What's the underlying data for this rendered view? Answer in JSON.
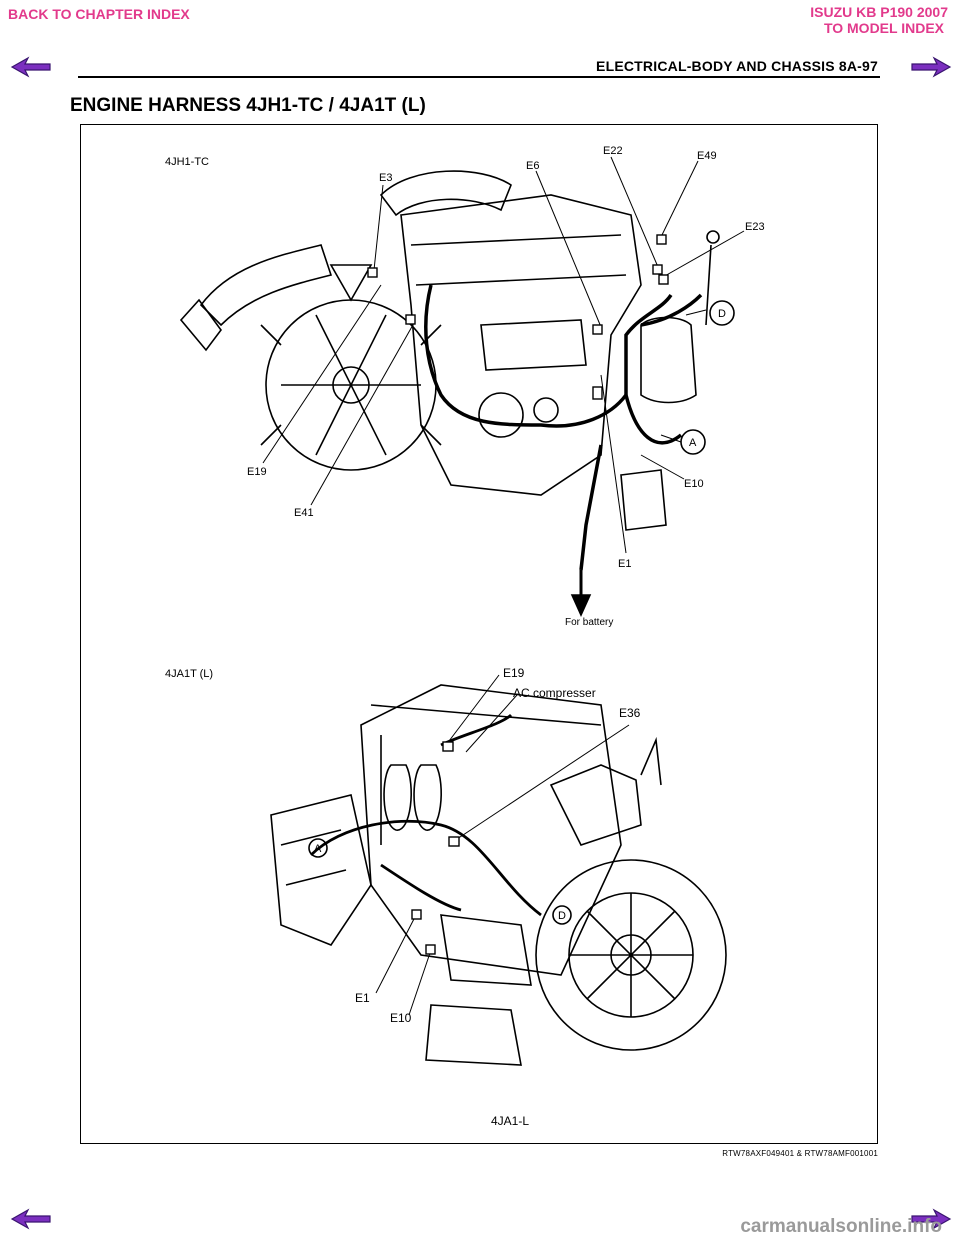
{
  "header": {
    "back_link": "BACK TO CHAPTER INDEX",
    "model_title": "ISUZU KB P190 2007",
    "model_index_link": "TO MODEL INDEX",
    "section_title": "ELECTRICAL-BODY AND CHASSIS  8A-97"
  },
  "page_title": "ENGINE HARNESS 4JH1-TC / 4JA1T (L)",
  "figure": {
    "top": {
      "engine_label": "4JH1-TC",
      "connectors": [
        "E3",
        "E6",
        "E22",
        "E49",
        "E23",
        "E19",
        "E41",
        "E10",
        "E1"
      ],
      "points": [
        "D",
        "A"
      ],
      "note": "For battery"
    },
    "bottom": {
      "engine_label": "4JA1T (L)",
      "connectors": [
        "E19",
        "E36",
        "E1",
        "E10"
      ],
      "component_label": "AC compresser",
      "points": [
        "A",
        "D"
      ],
      "caption": "4JA1-L"
    },
    "code": "RTW78AXF049401 & RTW78AMF001001"
  },
  "footer": {
    "watermark": "carmanualsonline.info"
  },
  "colors": {
    "nav_link": "#e23a8c",
    "arrow_fill": "#7b2fbf",
    "arrow_stroke": "#3a1570",
    "watermark": "#9a9a9a"
  },
  "icons": [
    "prev-page-arrow-icon",
    "next-page-arrow-icon"
  ]
}
